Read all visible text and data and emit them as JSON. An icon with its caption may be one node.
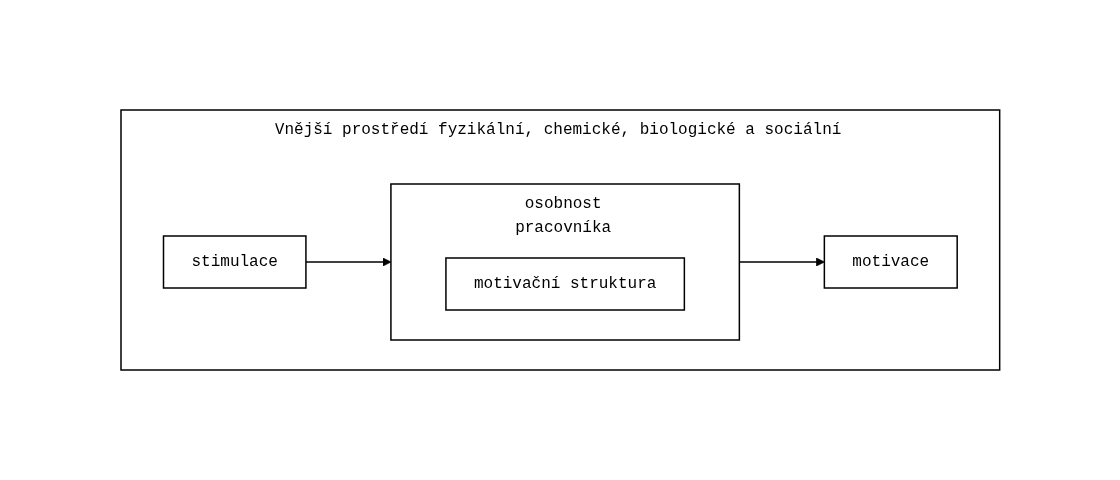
{
  "diagram": {
    "nodes": [
      {
        "text": [
          "Vnější prostředí fyzikální, chemické, biologické a sociální"
        ]
      },
      {
        "text": [
          "stimulace"
        ],
        "in": 0
      },
      {
        "text": [
          "osobnost",
          "pracovníka"
        ],
        "in": 0
      },
      {
        "text": [
          "motivační struktura"
        ],
        "in": 2
      },
      {
        "text": [
          "motivace"
        ],
        "in": 0
      }
    ],
    "edges": [
      {
        "from": 1,
        "to": 2,
        "arrow": "to"
      },
      {
        "from": 2,
        "to": 4,
        "arrow": "to"
      }
    ]
  }
}
